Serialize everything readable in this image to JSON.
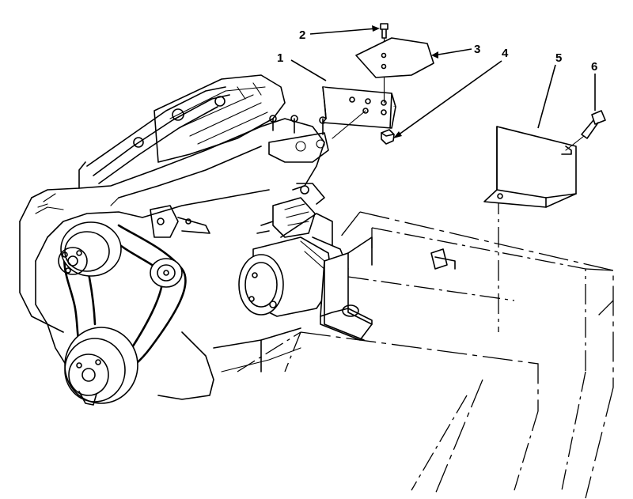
{
  "callouts": [
    {
      "id": "1",
      "text": "1"
    },
    {
      "id": "2",
      "text": "2"
    },
    {
      "id": "3",
      "text": "3"
    },
    {
      "id": "4",
      "text": "4"
    },
    {
      "id": "5",
      "text": "5"
    },
    {
      "id": "6",
      "text": "6"
    }
  ],
  "colors": {
    "ink": "#000000",
    "paper": "#ffffff"
  }
}
